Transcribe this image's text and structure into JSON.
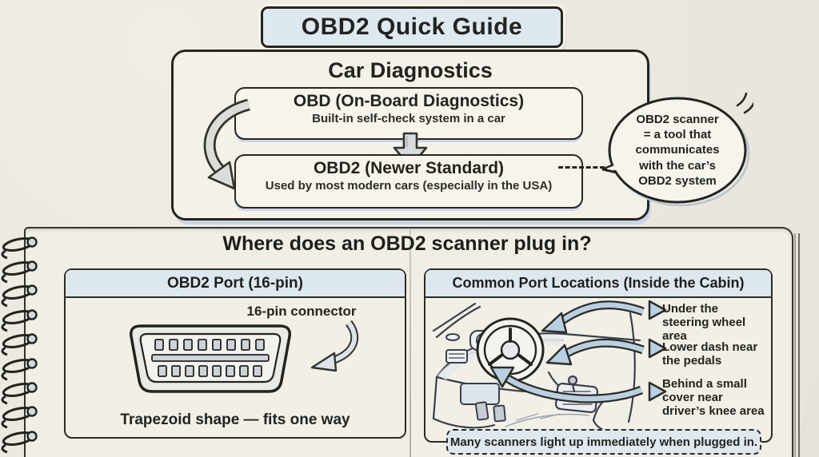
{
  "title": "OBD2 Quick Guide",
  "flowchart": {
    "heading": "Car Diagnostics",
    "obd": {
      "title": "OBD (On-Board Diagnostics)",
      "subtitle": "Built-in self-check system in a car"
    },
    "obd2": {
      "title": "OBD2 (Newer Standard)",
      "subtitle": "Used by most modern cars (especially in the USA)"
    }
  },
  "speech_bubble": {
    "lines": [
      "OBD2 scanner",
      "= a tool that",
      "communicates",
      "with the car’s",
      "OBD2 system"
    ]
  },
  "notebook": {
    "heading": "Where does an OBD2 scanner plug in?",
    "port_panel": {
      "header": "OBD2 Port (16-pin)",
      "connector_label": "16-pin connector",
      "caption": "Trapezoid shape — fits one way"
    },
    "locations_panel": {
      "header": "Common Port Locations (Inside the Cabin)",
      "items": [
        "Under the steering wheel area",
        "Lower dash near the pedals",
        "Behind a small cover near driver’s knee area"
      ],
      "note": "Many scanners light up immediately when plugged in."
    }
  },
  "colors": {
    "accent_blue": "#dde7ee",
    "arrow_blue": "#b9cfe2",
    "ink": "#23231f",
    "paper": "#ebe8e0"
  }
}
